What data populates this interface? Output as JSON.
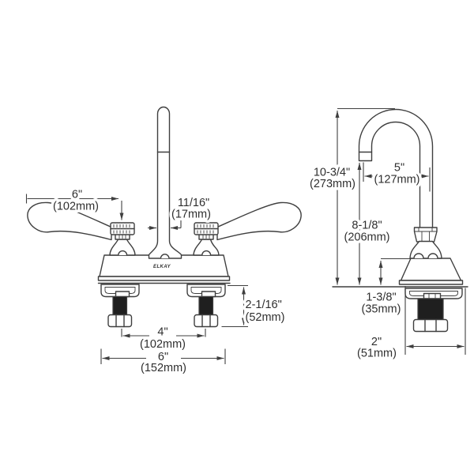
{
  "drawing": {
    "brand_label": "ELKAY",
    "line_color": "#3f3f3f",
    "text_color": "#2f2f2f",
    "front_view": {
      "dim_handle_length": {
        "in": "6\"",
        "mm": "(102mm)"
      },
      "dim_spout_diameter": {
        "in": "11/16\"",
        "mm": "(17mm)"
      },
      "dim_deck_to_shank_end": {
        "in": "2-1/16\"",
        "mm": "(52mm)"
      },
      "dim_faucet_hole_centers": {
        "in": "4\"",
        "mm": "(102mm)"
      },
      "dim_base_width": {
        "in": "6\"",
        "mm": "(152mm)"
      }
    },
    "side_view": {
      "dim_overall_height": {
        "in": "10-3/4\"",
        "mm": "(273mm)"
      },
      "dim_spout_reach": {
        "in": "5\"",
        "mm": "(127mm)"
      },
      "dim_spout_clearance": {
        "in": "8-1/8\"",
        "mm": "(206mm)"
      },
      "dim_deck_to_escutcheon": {
        "in": "1-3/8\"",
        "mm": "(35mm)"
      },
      "dim_base_depth": {
        "in": "2\"",
        "mm": "(51mm)"
      }
    }
  }
}
